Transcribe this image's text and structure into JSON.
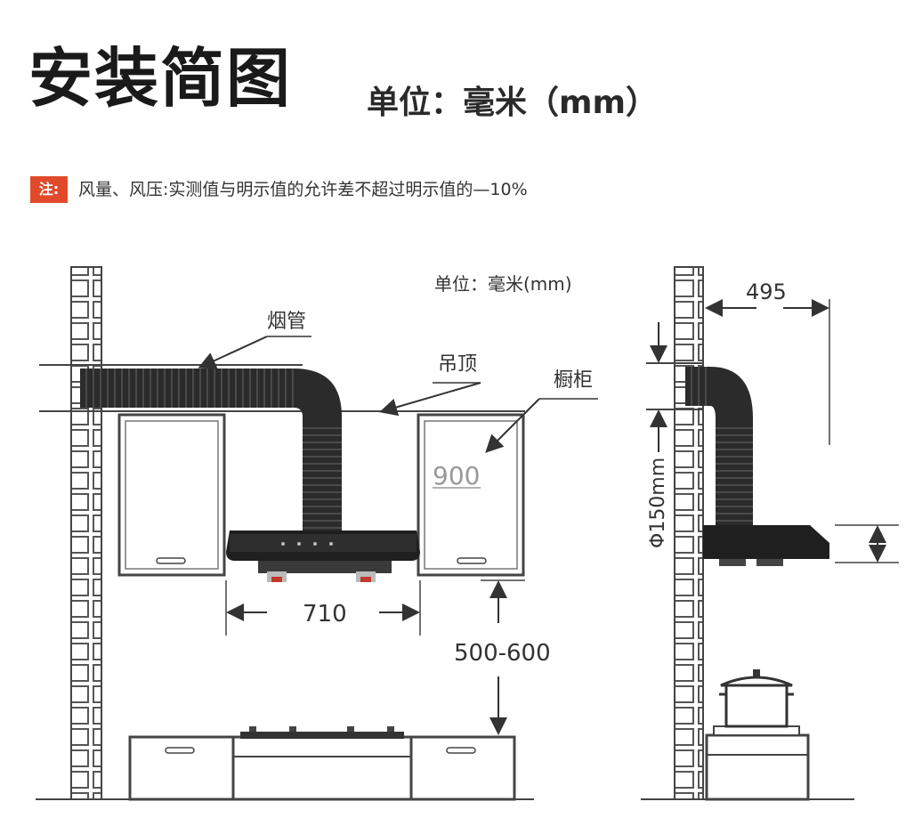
{
  "header": {
    "title": "安装简图",
    "unit": "单位：毫米（mm）"
  },
  "note": {
    "badge": "注:",
    "text": "风量、风压:实测值与明示值的允许差不超过明示值的—10%"
  },
  "front_view": {
    "unit": "单位：毫米(mm)",
    "labels": {
      "duct": "烟管",
      "ceiling": "吊顶",
      "cabinet": "橱柜"
    },
    "dimensions": {
      "cabinet_height": "900",
      "hood_width": "710",
      "hood_to_stove": "500-600"
    }
  },
  "side_view": {
    "dimensions": {
      "depth": "495",
      "duct_diameter": "Φ150mm"
    }
  },
  "colors": {
    "accent": "#e04a2a",
    "line": "#444444",
    "duct": "#2b2b2b"
  }
}
